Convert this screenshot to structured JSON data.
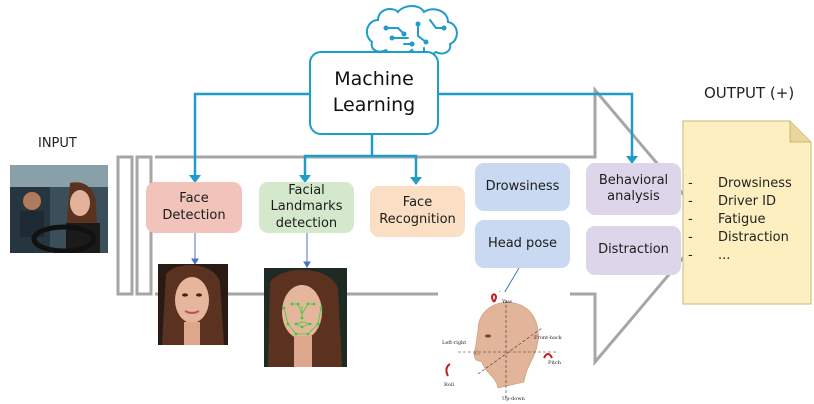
{
  "labels": {
    "input": "INPUT",
    "output": "OUTPUT (+)"
  },
  "machine_learning": "Machine\nLearning",
  "modules": {
    "face_detection": "Face\nDetection",
    "facial_landmarks": "Facial\nLandmarks\ndetection",
    "face_recognition": "Face\nRecognition",
    "drowsiness": "Drowsiness",
    "head_pose": "Head pose",
    "behavioral_analysis": "Behavioral\nanalysis",
    "distraction": "Distraction"
  },
  "head_pose_axes": {
    "yaw": "Yaw",
    "front_back": "Front-back",
    "left_right": "Left-right",
    "pitch": "Pitch",
    "roll": "Roll",
    "up_down": "Up-down"
  },
  "output_items": [
    {
      "dash": "-",
      "text": "Drowsiness"
    },
    {
      "dash": "-",
      "text": "Driver ID"
    },
    {
      "dash": "-",
      "text": "Fatigue"
    },
    {
      "dash": "-",
      "text": "Distraction"
    },
    {
      "dash": "-",
      "text": "..."
    }
  ],
  "colors": {
    "connector": "#1f9cc9",
    "face_detection": "#f1c3bb",
    "facial_landmarks": "#d4e8cc",
    "face_recognition": "#fbdfc4",
    "blue_module": "#c9d9f2",
    "purple_module": "#ddd6ea",
    "output_note": "#fdefbf",
    "arrow_outline": "#a6a6a6"
  },
  "icons": {
    "brain": "brain-circuit-icon"
  }
}
